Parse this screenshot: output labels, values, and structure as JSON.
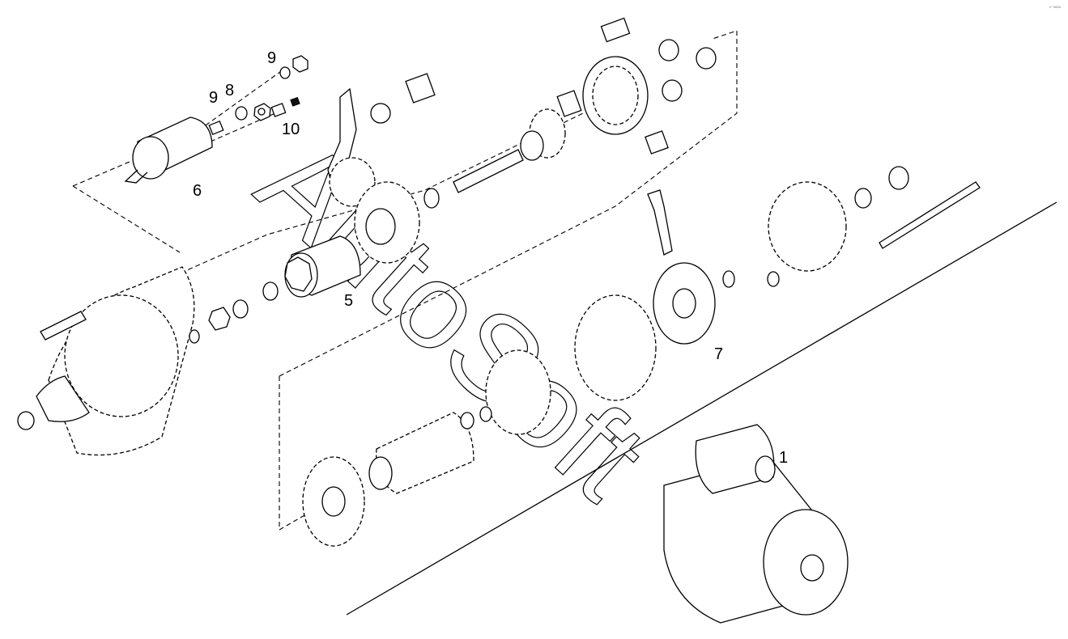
{
  "diagram": {
    "callouts": [
      {
        "id": "1",
        "label": "1"
      },
      {
        "id": "5",
        "label": "5"
      },
      {
        "id": "6",
        "label": "6"
      },
      {
        "id": "7",
        "label": "7"
      },
      {
        "id": "8",
        "label": "8"
      },
      {
        "id": "9a",
        "label": "9"
      },
      {
        "id": "9b",
        "label": "9"
      },
      {
        "id": "10",
        "label": "10"
      }
    ],
    "watermark": "AutoSoft",
    "corner_mark": "n° 5858"
  }
}
